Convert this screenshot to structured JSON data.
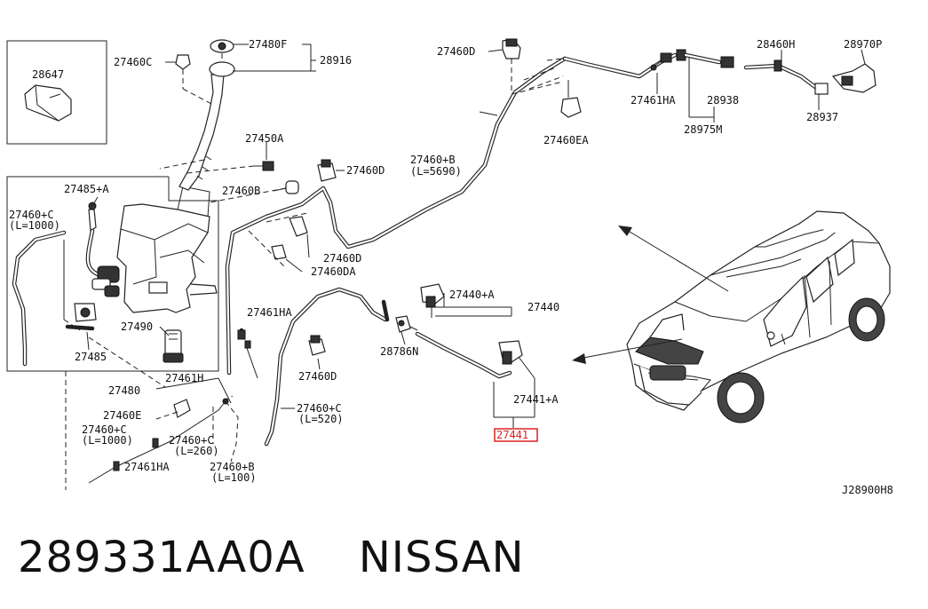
{
  "labels": {
    "l_28647": "28647",
    "l_27460C_top": "27460C",
    "l_27480F": "27480F",
    "l_28916": "28916",
    "l_27450A": "27450A",
    "l_27460B": "27460B",
    "l_27485A": "27485+A",
    "l_27460C_left": "27460+C",
    "l_L1000_left": "(L=1000)",
    "l_27490": "27490",
    "l_27485": "27485",
    "l_27480": "27480",
    "l_27461H": "27461H",
    "l_27460E": "27460E",
    "l_27460C_b1": "27460+C",
    "l_L1000_b": "(L=1000)",
    "l_27461HA_b": "27461HA",
    "l_27460C_b2": "27460+C",
    "l_L260": "(L=260)",
    "l_27460B_b": "27460+B",
    "l_L100": "(L=100)",
    "l_27461HA_m": "27461HA",
    "l_27460C_m": "27460+C",
    "l_L520": "(L=520)",
    "l_27460D_m": "27460D",
    "l_27460DA": "27460DA",
    "l_27460D_2": "27460D",
    "l_27460D_3": "27460D",
    "l_27460B_top": "27460+B",
    "l_L5690": "(L=5690)",
    "l_27460D_top": "27460D",
    "l_27461HA_top": "27461HA",
    "l_28938": "28938",
    "l_28975M": "28975M",
    "l_27460EA": "27460EA",
    "l_28460H": "28460H",
    "l_28970P": "28970P",
    "l_28937": "28937",
    "l_27440A": "27440+A",
    "l_27440": "27440",
    "l_28786N": "28786N",
    "l_27441A": "27441+A",
    "l_27441": "27441",
    "l_J28900H8": "J28900H8"
  },
  "colors": {
    "highlight": "#e02020",
    "line": "#222222"
  },
  "footer": {
    "part_number": "289331AA0A",
    "brand": "NISSAN"
  }
}
